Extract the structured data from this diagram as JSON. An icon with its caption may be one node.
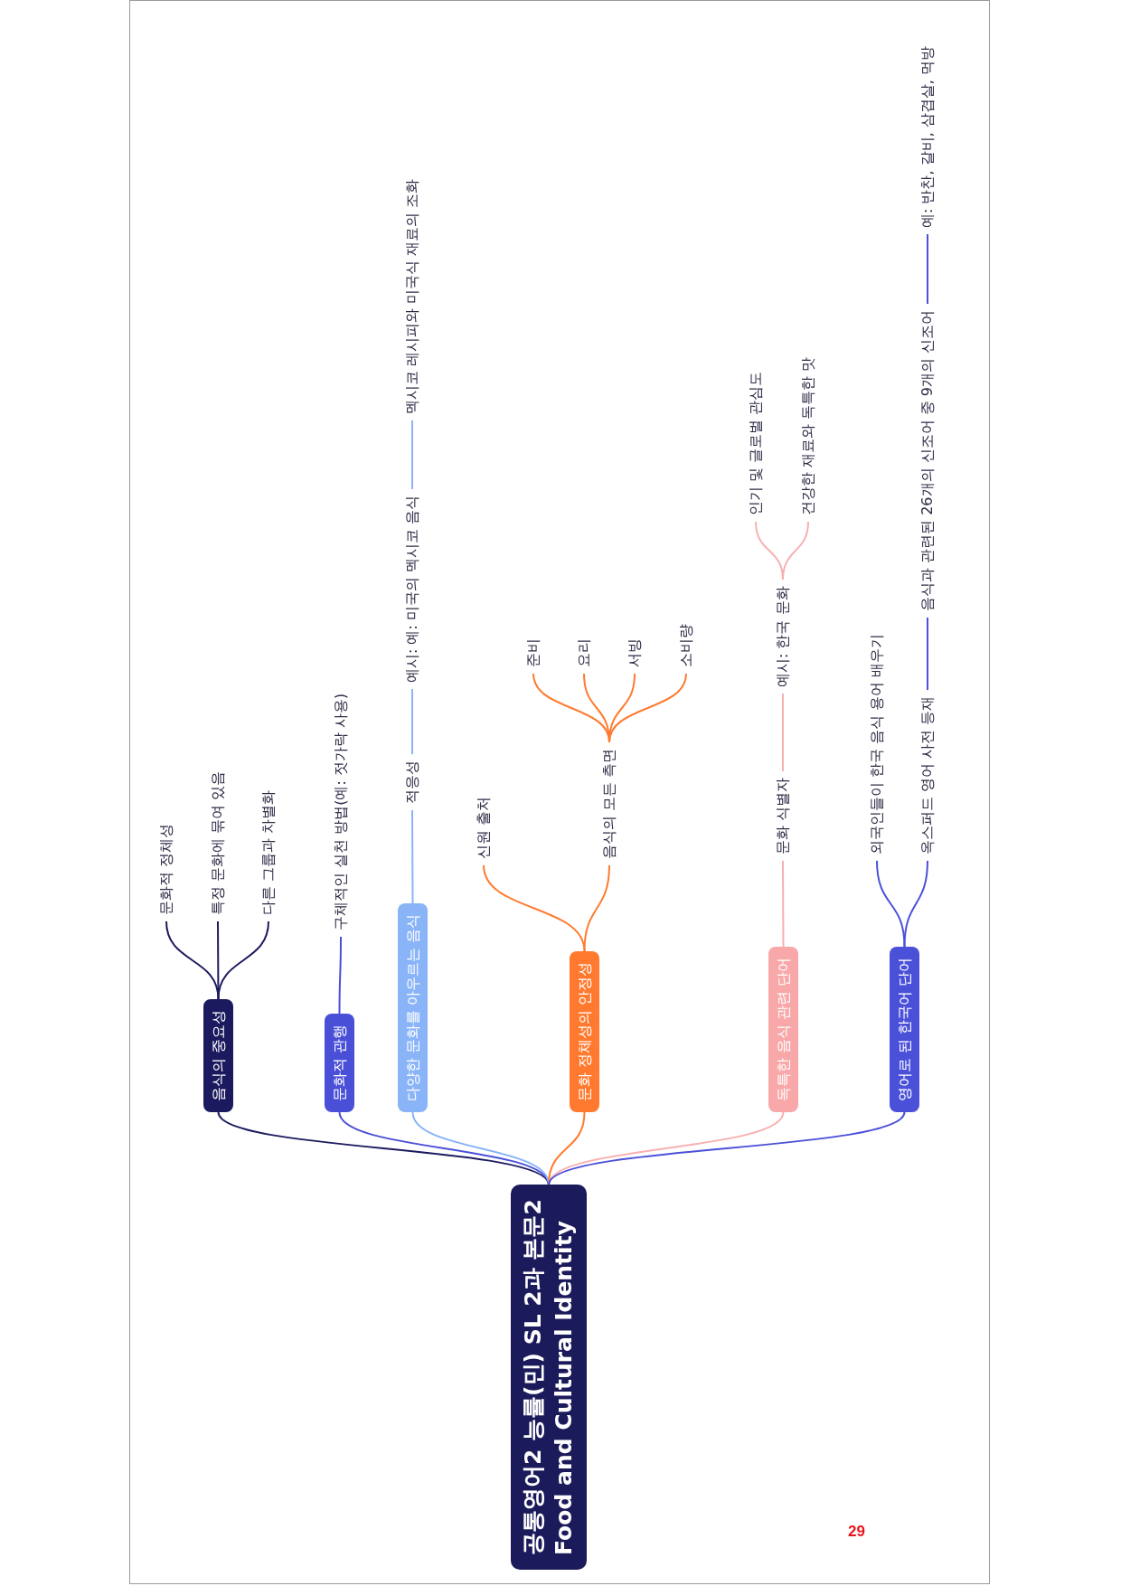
{
  "diagram": {
    "nodes": [
      {
        "text": [
          "공통영어2 능률(민) SL 2과 본문2",
          "Food and Cultural Identity"
        ]
      },
      {
        "text": [
          "음식의 중요성"
        ]
      },
      {
        "text": [
          "문화적 정체성"
        ]
      },
      {
        "text": [
          "특정 문화에 묶여 있음"
        ]
      },
      {
        "text": [
          "다른 그룹과 차별화"
        ]
      },
      {
        "text": [
          "문화적 관행"
        ]
      },
      {
        "text": [
          "구체적인 실천 방법(예: 젓가락 사용)"
        ]
      },
      {
        "text": [
          "다양한 문화를 아우르는 음식"
        ]
      },
      {
        "text": [
          "적응성"
        ]
      },
      {
        "text": [
          "예시: 예: 미국의 멕시코 음식"
        ]
      },
      {
        "text": [
          "멕시코 레시피와 미국식 재료의 조화"
        ]
      },
      {
        "text": [
          "문화 정체성의 안정성"
        ]
      },
      {
        "text": [
          "신원 출처"
        ]
      },
      {
        "text": [
          "음식의 모든 측면"
        ]
      },
      {
        "text": [
          "준비"
        ]
      },
      {
        "text": [
          "요리"
        ]
      },
      {
        "text": [
          "서빙"
        ]
      },
      {
        "text": [
          "소비량"
        ]
      },
      {
        "text": [
          "독특한 음식 관련 단어"
        ]
      },
      {
        "text": [
          "문화 식별자"
        ]
      },
      {
        "text": [
          "예시: 한국 문화"
        ]
      },
      {
        "text": [
          "인기 및 글로벌 관심도"
        ]
      },
      {
        "text": [
          "건강한 재료와 독특한 맛"
        ]
      },
      {
        "text": [
          "영어로 된 한국어 단어"
        ]
      },
      {
        "text": [
          "외국인들이 한국 음식 용어 배우기"
        ]
      },
      {
        "text": [
          "옥스퍼드 영어 사전 등재"
        ]
      },
      {
        "text": [
          "음식과 관련된 26개의 신조어 중 9개의 신조어"
        ]
      },
      {
        "text": [
          "예: 반찬, 갈비, 삼겹살, 먹방"
        ]
      }
    ],
    "edges": [
      {
        "from": 0,
        "to": 1,
        "arrow": "none",
        "color": "#1c1a5e"
      },
      {
        "from": 0,
        "to": 5,
        "arrow": "none",
        "color": "#4a4fd8"
      },
      {
        "from": 0,
        "to": 7,
        "arrow": "none",
        "color": "#8ab4f8"
      },
      {
        "from": 0,
        "to": 11,
        "arrow": "none",
        "color": "#ff7a2f"
      },
      {
        "from": 0,
        "to": 18,
        "arrow": "none",
        "color": "#f8b0b0"
      },
      {
        "from": 0,
        "to": 23,
        "arrow": "none",
        "color": "#4b50d9"
      },
      {
        "from": 1,
        "to": 2,
        "arrow": "none",
        "color": "#1c1a5e"
      },
      {
        "from": 1,
        "to": 3,
        "arrow": "none",
        "color": "#1c1a5e"
      },
      {
        "from": 1,
        "to": 4,
        "arrow": "none",
        "color": "#1c1a5e"
      },
      {
        "from": 5,
        "to": 6,
        "arrow": "none",
        "color": "#4a4fd8"
      },
      {
        "from": 7,
        "to": 8,
        "arrow": "none",
        "color": "#8ab4f8"
      },
      {
        "from": 8,
        "to": 9,
        "arrow": "none",
        "color": "#8ab4f8"
      },
      {
        "from": 9,
        "to": 10,
        "arrow": "none",
        "color": "#8ab4f8"
      },
      {
        "from": 11,
        "to": 12,
        "arrow": "none",
        "color": "#ff7a2f"
      },
      {
        "from": 11,
        "to": 13,
        "arrow": "none",
        "color": "#ff7a2f"
      },
      {
        "from": 13,
        "to": 14,
        "arrow": "none",
        "color": "#ff7a2f"
      },
      {
        "from": 13,
        "to": 15,
        "arrow": "none",
        "color": "#ff7a2f"
      },
      {
        "from": 13,
        "to": 16,
        "arrow": "none",
        "color": "#ff7a2f"
      },
      {
        "from": 13,
        "to": 17,
        "arrow": "none",
        "color": "#ff7a2f"
      },
      {
        "from": 18,
        "to": 19,
        "arrow": "none",
        "color": "#f8b0b0"
      },
      {
        "from": 19,
        "to": 20,
        "arrow": "none",
        "color": "#f8b0b0"
      },
      {
        "from": 20,
        "to": 21,
        "arrow": "none",
        "color": "#f8b0b0"
      },
      {
        "from": 20,
        "to": 22,
        "arrow": "none",
        "color": "#f8b0b0"
      },
      {
        "from": 23,
        "to": 24,
        "arrow": "none",
        "color": "#4b50d9"
      },
      {
        "from": 23,
        "to": 25,
        "arrow": "none",
        "color": "#4b50d9"
      },
      {
        "from": 25,
        "to": 26,
        "arrow": "none",
        "color": "#4b50d9"
      },
      {
        "from": 26,
        "to": 27,
        "arrow": "none",
        "color": "#4b50d9"
      }
    ],
    "labels": [
      "29"
    ]
  }
}
